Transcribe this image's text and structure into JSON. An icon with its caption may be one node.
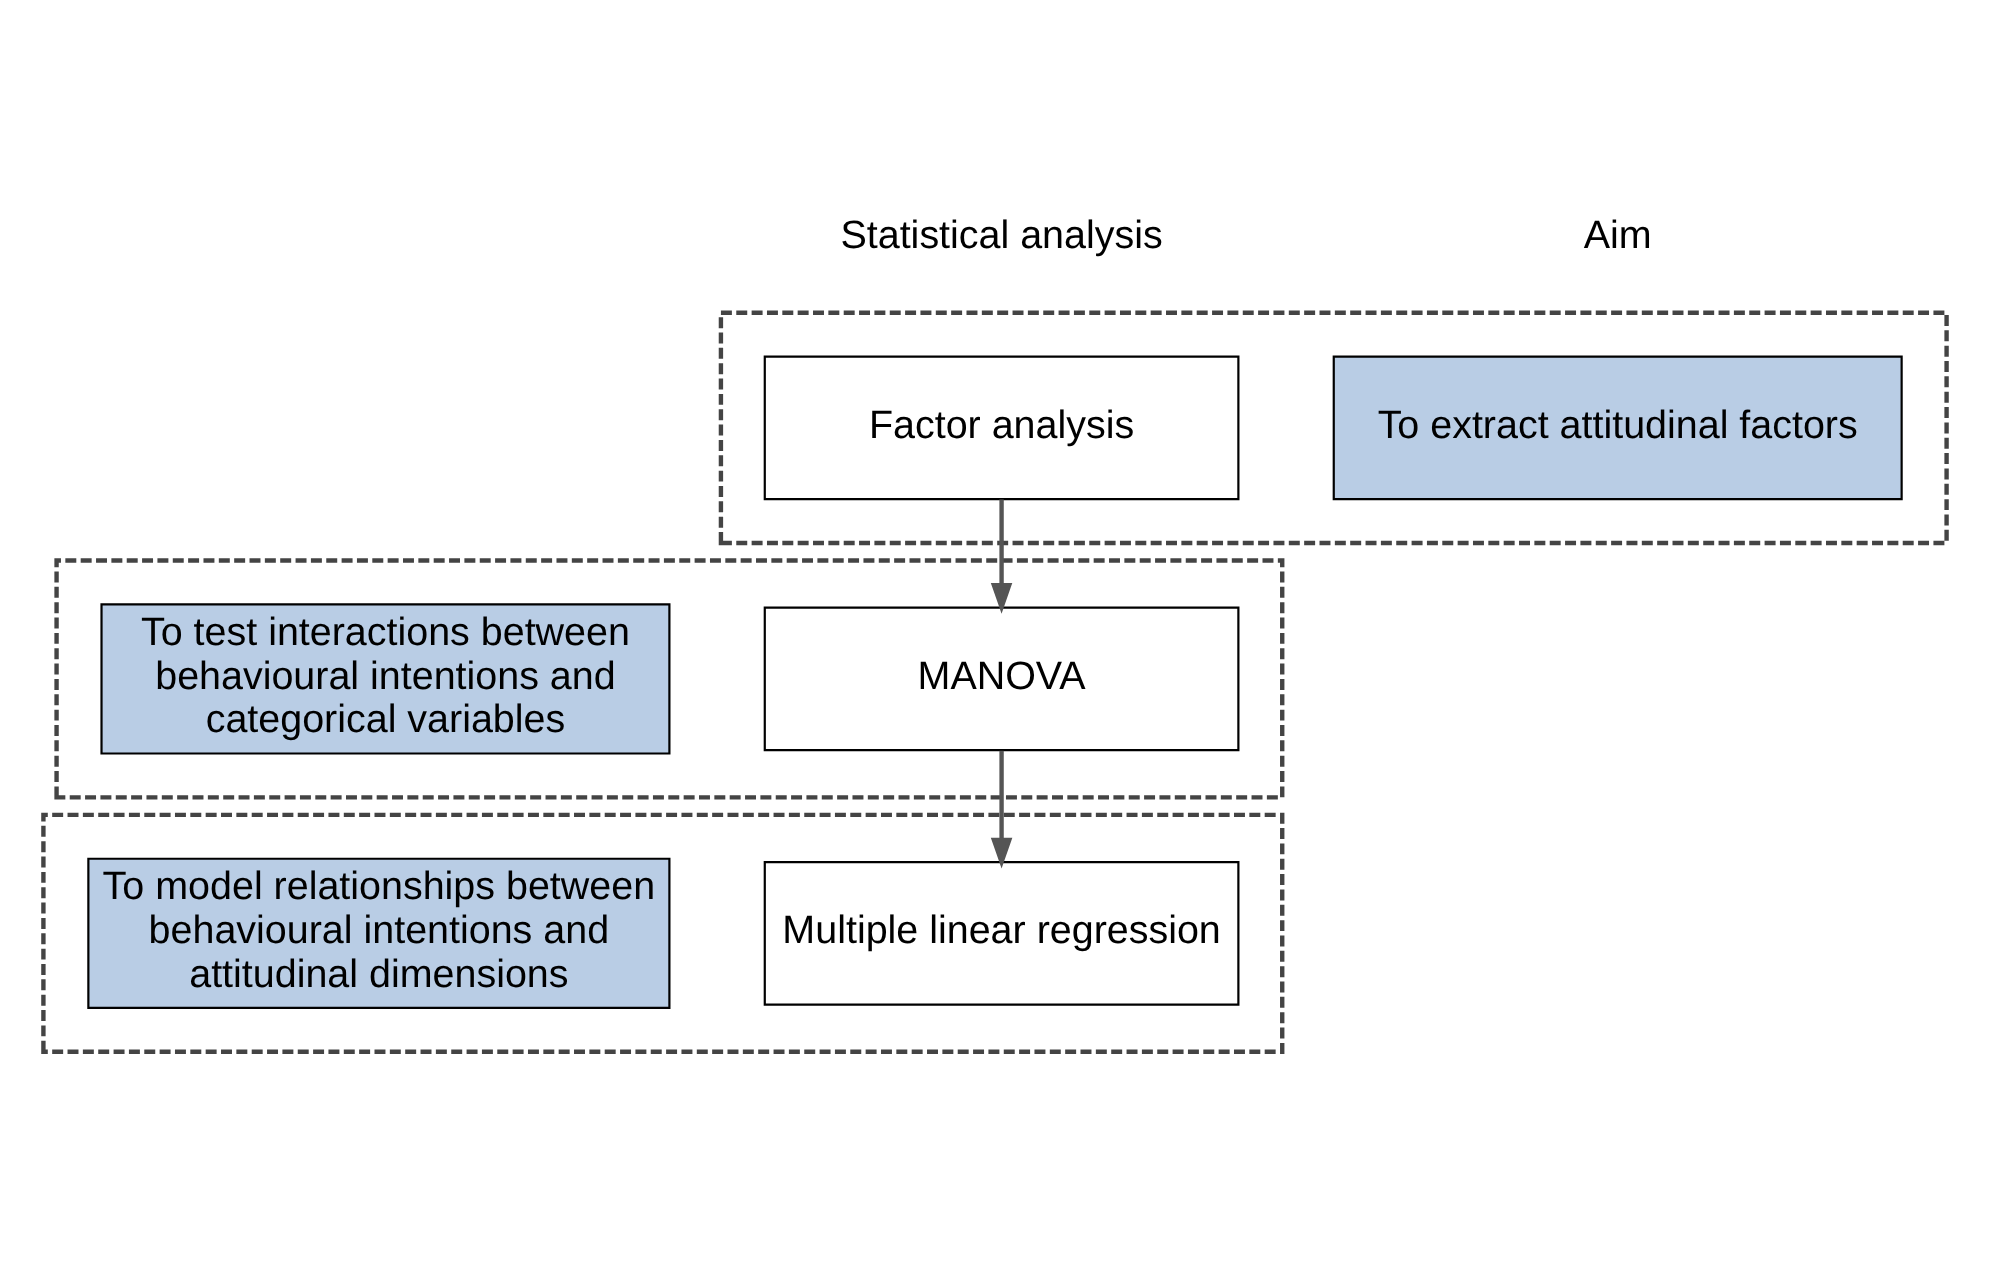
{
  "diagram": {
    "nodes": [
      {
        "text": [],
        "shape": "box"
      },
      {
        "text": [
          "Factor analysis"
        ],
        "in": 0
      },
      {
        "text": [
          "To extract attitudinal factors"
        ],
        "in": 0
      },
      {
        "text": [],
        "shape": "box"
      },
      {
        "text": [
          "MANOVA"
        ],
        "in": 3
      },
      {
        "text": [
          "To test interactions between behavioural intentions and categorical variables"
        ],
        "in": 3
      },
      {
        "text": [],
        "shape": "box"
      },
      {
        "text": [
          "Multiple linear regression"
        ],
        "in": 6
      },
      {
        "text": [
          "To model relationships between behavioural intentions and attitudinal dimensions"
        ],
        "in": 6
      }
    ],
    "edges": [
      {
        "from": 1,
        "to": 4,
        "arrow": "to"
      },
      {
        "from": 4,
        "to": 7,
        "arrow": "to"
      }
    ],
    "labels": [
      "Statistical analysis",
      "Aim"
    ]
  }
}
